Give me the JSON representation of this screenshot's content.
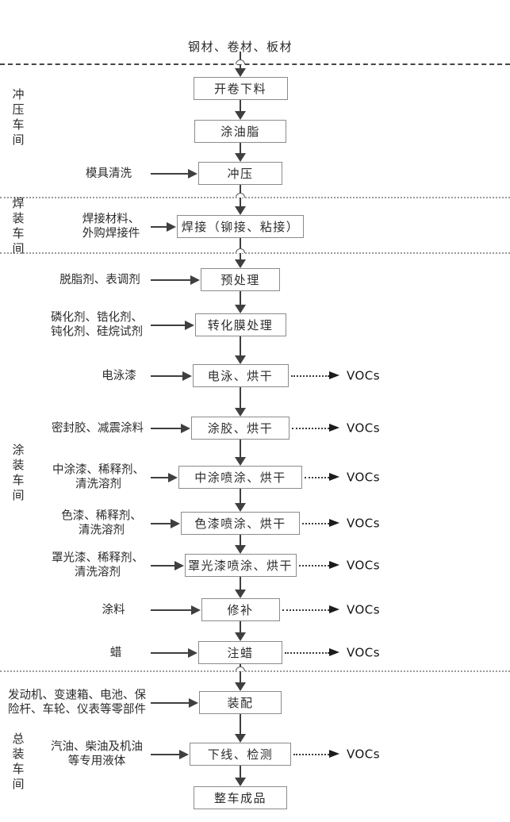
{
  "top_input": "钢材、卷材、板材",
  "voc_label": "VOCs",
  "workshops": [
    {
      "label": "冲压车间"
    },
    {
      "label": "焊装车间"
    },
    {
      "label": "涂装车间"
    },
    {
      "label": "总装车间"
    }
  ],
  "steps": [
    {
      "label": "开卷下料"
    },
    {
      "label": "涂油脂"
    },
    {
      "label": "冲压",
      "input": "模具清洗"
    },
    {
      "label": "焊接（铆接、粘接）",
      "input": "焊接材料、\n外购焊接件"
    },
    {
      "label": "预处理",
      "input": "脱脂剂、表调剂"
    },
    {
      "label": "转化膜处理",
      "input": "磷化剂、锆化剂、\n钝化剂、硅烷试剂"
    },
    {
      "label": "电泳、烘干",
      "input": "电泳漆",
      "voc": true
    },
    {
      "label": "涂胶、烘干",
      "input": "密封胶、减震涂料",
      "voc": true
    },
    {
      "label": "中涂喷涂、烘干",
      "input": "中涂漆、稀释剂、\n清洗溶剂",
      "voc": true
    },
    {
      "label": "色漆喷涂、烘干",
      "input": "色漆、稀释剂、\n清洗溶剂",
      "voc": true
    },
    {
      "label": "罩光漆喷涂、烘干",
      "input": "罩光漆、稀释剂、\n清洗溶剂",
      "voc": true
    },
    {
      "label": "修补",
      "input": "涂料",
      "voc": true
    },
    {
      "label": "注蜡",
      "input": "蜡",
      "voc": true
    },
    {
      "label": "装配",
      "input": "发动机、变速箱、电池、保\n险杆、车轮、仪表等零部件"
    },
    {
      "label": "下线、检测",
      "input": "汽油、柴油及机油\n等专用液体",
      "voc": true
    },
    {
      "label": "整车成品"
    }
  ],
  "colors": {
    "box_border": "#8b8b8b",
    "arrow": "#3f3f3f",
    "text": "#2b2b2b",
    "voc_text": "#141414",
    "divider_dashed": "#454545",
    "divider_dotted": "#9b9b9b"
  }
}
